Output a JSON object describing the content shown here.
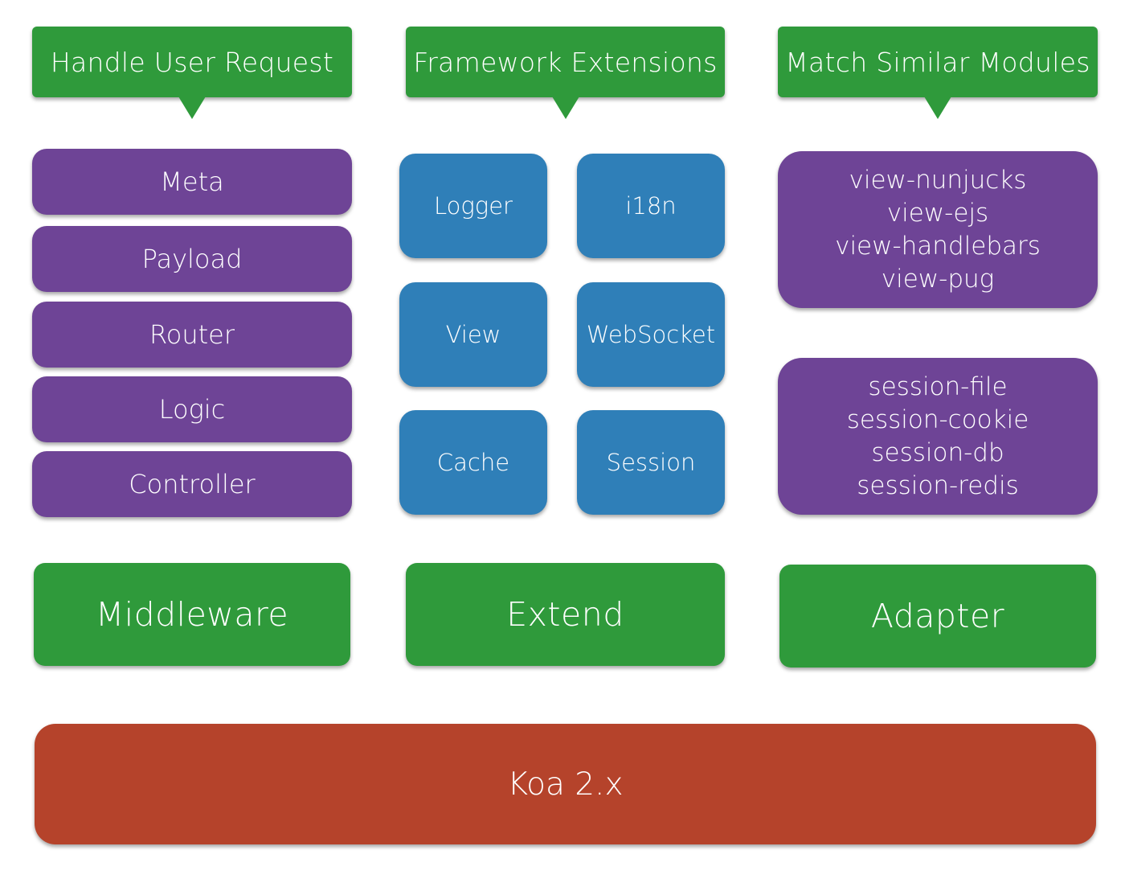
{
  "callouts": {
    "middleware": "Handle User Request",
    "extend": "Framework Extensions",
    "adapter": "Match Similar Modules"
  },
  "middleware_items": [
    "Meta",
    "Payload",
    "Router",
    "Logic",
    "Controller"
  ],
  "extend_items": [
    "Logger",
    "i18n",
    "View",
    "WebSocket",
    "Cache",
    "Session"
  ],
  "adapter_groups": [
    [
      "view-nunjucks",
      "view-ejs",
      "view-handlebars",
      "view-pug"
    ],
    [
      "session-file",
      "session-cookie",
      "session-db",
      "session-redis"
    ]
  ],
  "layers": {
    "middleware": "Middleware",
    "extend": "Extend",
    "adapter": "Adapter"
  },
  "base": "Koa 2.x",
  "colors": {
    "green": "#2f9a3b",
    "purple": "#6e4496",
    "blue": "#2f7fb8",
    "red": "#b5432b"
  }
}
